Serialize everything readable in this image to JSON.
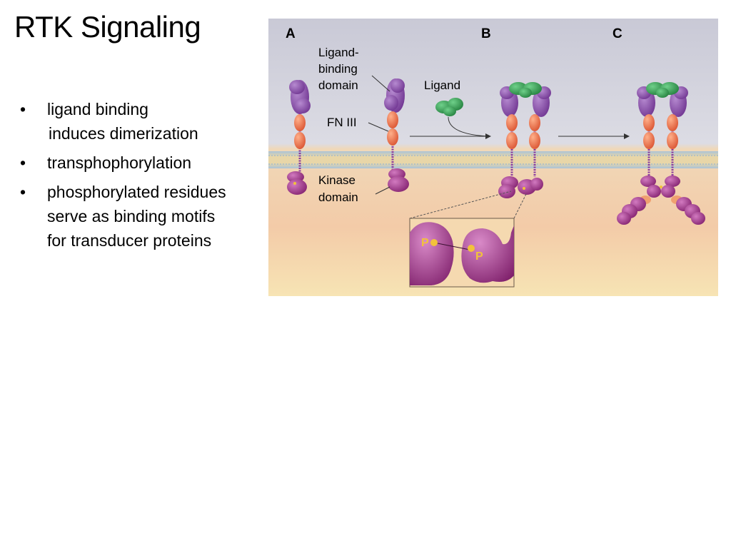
{
  "slide": {
    "title": "RTK Signaling"
  },
  "bullets": [
    {
      "lines": [
        "ligand binding",
        "induces dimerization"
      ]
    },
    {
      "lines": [
        "transphophorylation"
      ]
    },
    {
      "lines": [
        "phosphorylated residues",
        "serve as binding motifs",
        "for transducer proteins"
      ]
    }
  ],
  "figure": {
    "panels": [
      "A",
      "B",
      "C"
    ],
    "labels": {
      "ligand_binding_domain": [
        "Ligand-",
        "binding",
        "domain"
      ],
      "fn3": "FN III",
      "kinase_domain": [
        "Kinase",
        "domain"
      ],
      "ligand": "Ligand",
      "phospho_1": "P",
      "phospho_2": "P"
    },
    "colors": {
      "ligand_binding_domain": "#8a4aa8",
      "fn3": "#e8684a",
      "kinase_domain": "#9a2a80",
      "ligand": "#2e9a4a",
      "membrane": "#e4cfa0",
      "phosphate": "#f2c23a"
    }
  }
}
